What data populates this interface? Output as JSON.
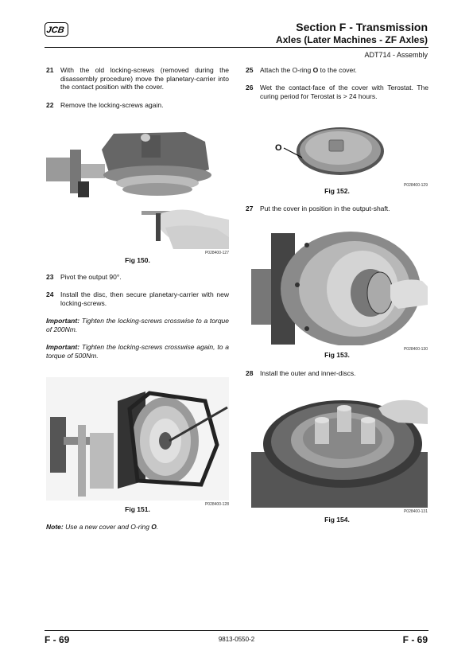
{
  "header": {
    "logo_text": "JCB",
    "section_title": "Section F - Transmission",
    "subtitle": "Axles (Later Machines - ZF Axles)",
    "doc_ref": "ADT714 - Assembly"
  },
  "steps": {
    "s21": {
      "num": "21",
      "text": "With the old locking-screws (removed during the disassembly procedure) move the planetary-carrier into the contact position with the cover."
    },
    "s22": {
      "num": "22",
      "text": "Remove the locking-screws again."
    },
    "s23": {
      "num": "23",
      "text": "Pivot the output 90°."
    },
    "s24": {
      "num": "24",
      "text": "Install the disc, then secure planetary-carrier with new locking-screws."
    },
    "s25": {
      "num": "25",
      "text_a": "Attach the O-ring ",
      "bold": "O",
      "text_b": " to the cover."
    },
    "s26": {
      "num": "26",
      "text": "Wet the contact-face of the cover with Terostat. The curing period for Terostat is > 24 hours."
    },
    "s27": {
      "num": "27",
      "text": "Put the cover in position in the output-shaft."
    },
    "s28": {
      "num": "28",
      "text": "Install the outer and inner-discs."
    }
  },
  "notes": {
    "important1_label": "Important:",
    "important1_text": " Tighten the locking-screws crosswise to a torque of 200Nm.",
    "important2_label": "Important:",
    "important2_text": " Tighten the locking-screws crosswise again, to a torque of 500Nm.",
    "note_label": "Note:",
    "note_text_a": " Use a new cover and O-ring ",
    "note_bold": "O",
    "note_text_b": "."
  },
  "figures": {
    "fig150": {
      "caption": "Fig 150.",
      "ref": "P028400-127"
    },
    "fig151": {
      "caption": "Fig 151.",
      "ref": "P028400-128"
    },
    "fig152": {
      "caption": "Fig 152.",
      "ref": "P028400-129",
      "label": "O"
    },
    "fig153": {
      "caption": "Fig 153.",
      "ref": "P028400-130"
    },
    "fig154": {
      "caption": "Fig 154.",
      "ref": "P028400-131"
    }
  },
  "footer": {
    "page_left": "F - 69",
    "doc_number": "9813-0550-2",
    "page_right": "F - 69"
  }
}
